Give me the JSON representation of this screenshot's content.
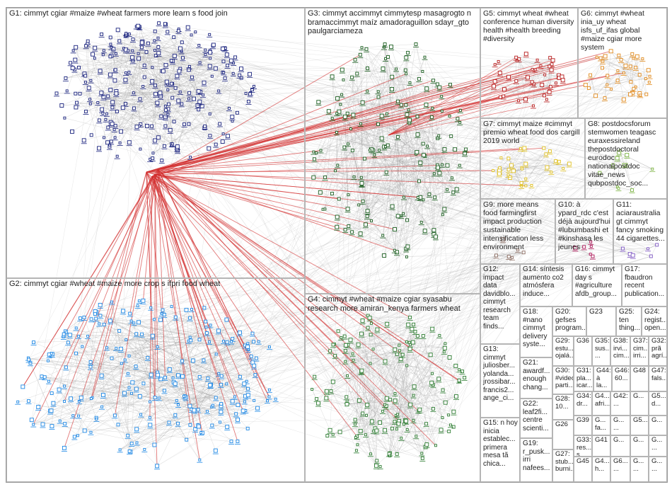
{
  "groups": {
    "g1": "G1: cimmyt cgiar #maize #wheat farmers more learn s food join",
    "g2": "G2: cimmyt cgiar #wheat #maize more crop s ifpri food wheat",
    "g3": "G3: cimmyt accimmyt cimmytesp masagrogto n bramaccimmyt maíz amadoraguillon sdayr_gto paulgarciameza",
    "g4": "G4: cimmyt #wheat #maize cgiar syasabu research more amiran_kenya farmers wheat",
    "g5": "G5: cimmyt wheat #wheat conference human diversity health #health breeding #diversity",
    "g6": "G6: cimmyt #wheat inia_uy wheat isfs_uf_ifas global #maize cgiar more system",
    "g7": "G7: cimmyt maize #cimmyt premio wheat food dos cargill 2019 world",
    "g8": "G8: postdocsforum stemwomen teagasc euraxessireland thepostdoctoral eurodoc nationalpostdoc vitae_news qubpostdoc_soc...",
    "g9": "G9: more means food farmingfirst impact production sustainable intensification less environment",
    "g10": "G10: à ypard_rdc c'est déjà aujourd'hui #lubumbashi et #kinshasa les jeunes",
    "g11": "G11: aciaraustralia gt cimmyt fancy smoking 44 cigarettes...",
    "g12": "G12: impact data davidblo... cimmyt research team finds...",
    "g13": "G13: cimmyt juliosber... yolanda... jrossibar... francis2... ange_ci...",
    "g14": "G14: síntesis aumento co2 atmósfera induce...",
    "g15": "G15: n hoy inicia establec... primera mesa tã chica...",
    "g16": "G16: cimmyt day s #agriculture afdb_group...",
    "g17": "G17: fbaudron recent publication...",
    "g18": "G18: #nano cimmyt delivery syste...",
    "g19": "G19: r_pusk... irri nafees...",
    "g20": "G20: gefses program...",
    "g21": "G21: awardf... enough chang...",
    "g22": "G22: leaf2fi... centre scienti...",
    "g23": "G23",
    "g24": "G24: regist... open...",
    "g25": "G25: ten thing...",
    "g26": "G26",
    "g27": "G27: stub... burni...",
    "g28": "G28: 10...",
    "g29": "G29: estu... ojalá...",
    "g30": "G30: #video parti...",
    "g31": "G31: pla... icar...",
    "g32": "G32: prã agrí...",
    "g33": "G33: res... s...",
    "g34": "G34: dr...",
    "g35": "G35: sus... ...",
    "g36": "G36",
    "g37": "G37: cim... irri...",
    "g38": "G38: irvi... cim...",
    "g39": "G39",
    "g40": "G4...",
    "g41": "G41",
    "g42": "G42: ...",
    "g43": "G4... h...",
    "g44": "G44: à la...",
    "g45": "G45",
    "g46": "G46: 60...",
    "g47": "G47: fals...",
    "g48": "G48",
    "g49": "G4... afri...",
    "g50": "G...",
    "g51": "G5... d...",
    "g52": "G... fa...",
    "g53": "G... ...",
    "g54": "G5...",
    "g55": "G...",
    "g56": "G...",
    "g57": "G...",
    "g58": "G... ...",
    "g59": "G6... ...",
    "g60": "G... ...",
    "g61": "G... ...",
    "g62": "G..."
  },
  "colors": {
    "g1": "#1a237e",
    "g2": "#1e88e5",
    "g3": "#1b5e20",
    "g4": "#2e7d32",
    "g5": "#b71c1c",
    "g6": "#e08a1e",
    "g7": "#e0c020",
    "g8": "#7cb342",
    "g9": "#8d6e63",
    "g10": "#ad1457",
    "g11": "#7e57c2",
    "edge": "#999999",
    "interEdge": "#d32f2f"
  }
}
